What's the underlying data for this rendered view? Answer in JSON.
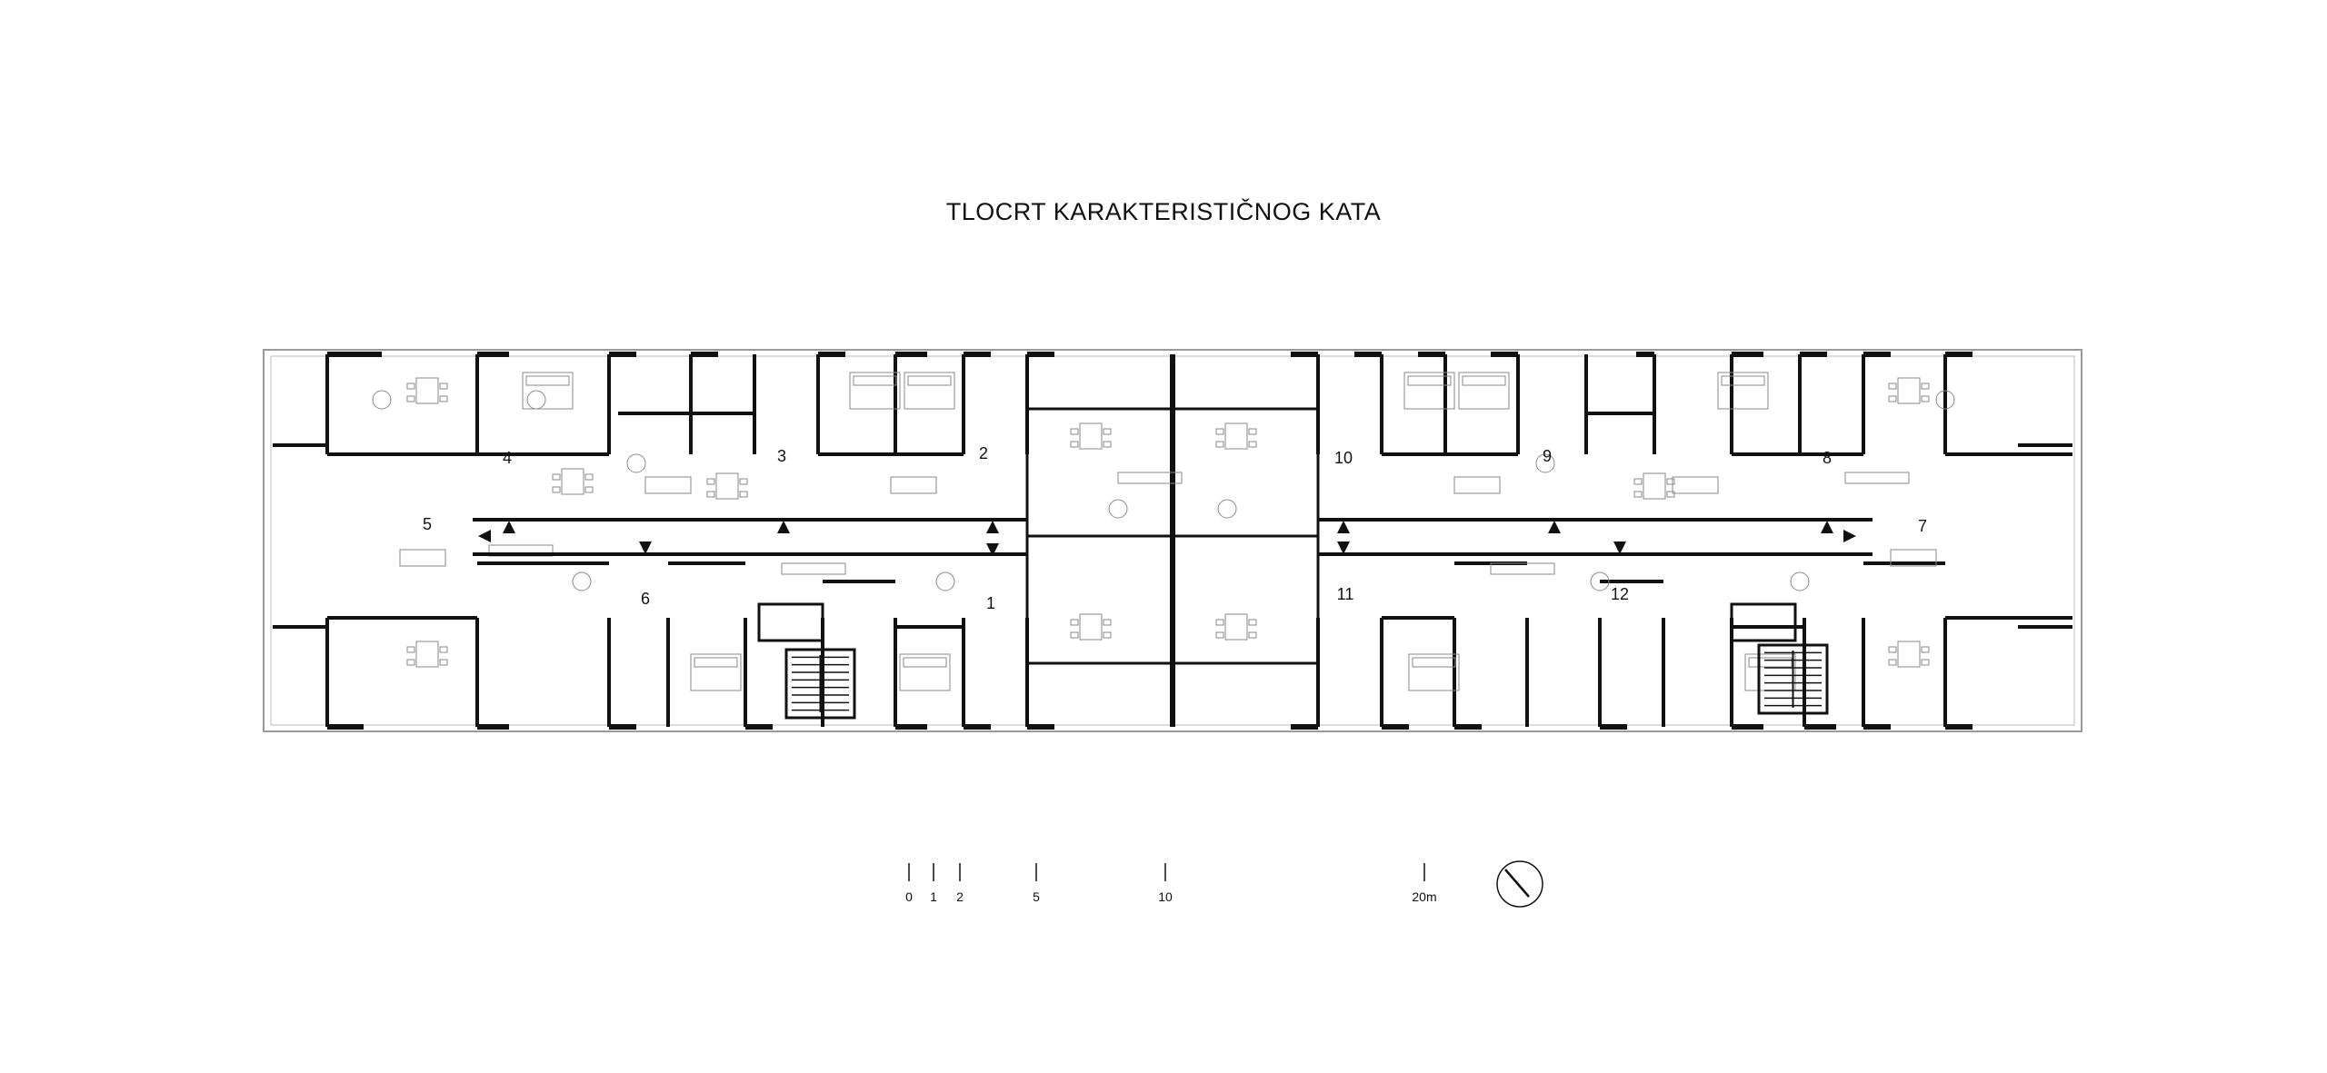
{
  "title": "TLOCRT KARAKTERISTIČNOG KATA",
  "apartments": [
    "1",
    "2",
    "3",
    "4",
    "5",
    "6",
    "7",
    "8",
    "9",
    "10",
    "11",
    "12"
  ],
  "scale_bar": {
    "ticks": [
      "0",
      "1",
      "2",
      "5",
      "10",
      "20m"
    ]
  },
  "colors": {
    "ink": "#111111",
    "thin": "#9a9a9a",
    "paper": "#ffffff"
  },
  "icons": [
    "north-arrow-icon",
    "entrance-arrow-icon"
  ]
}
